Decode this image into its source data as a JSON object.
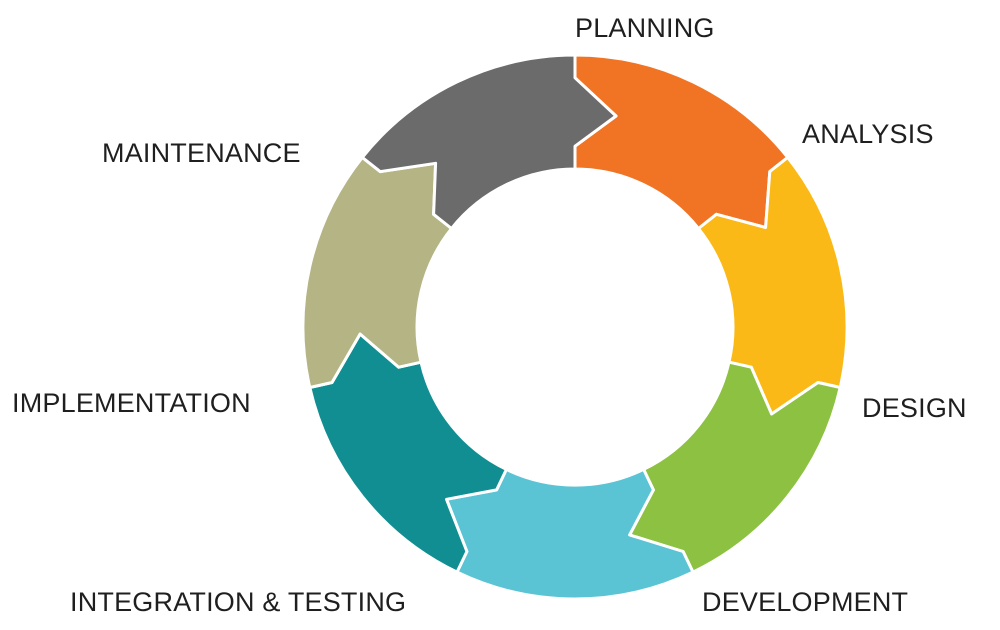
{
  "diagram": {
    "type": "cycle",
    "phases": [
      {
        "id": "planning",
        "label": "PLANNING",
        "color": "#f07424"
      },
      {
        "id": "analysis",
        "label": "ANALYSIS",
        "color": "#fbb917"
      },
      {
        "id": "design",
        "label": "DESIGN",
        "color": "#8cc141"
      },
      {
        "id": "development",
        "label": "DEVELOPMENT",
        "color": "#5bc4d4"
      },
      {
        "id": "integration-testing",
        "label": "INTEGRATION & TESTING",
        "color": "#108e92"
      },
      {
        "id": "implementation",
        "label": "IMPLEMENTATION",
        "color": "#b4b484"
      },
      {
        "id": "maintenance",
        "label": "MAINTENANCE",
        "color": "#6b6b6b"
      }
    ]
  }
}
